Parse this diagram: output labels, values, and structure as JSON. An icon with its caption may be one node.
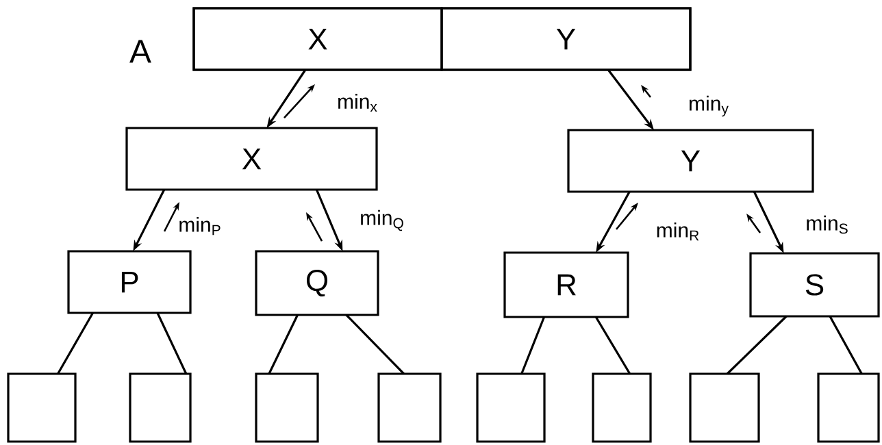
{
  "diagram": {
    "nodes": [
      {
        "text": [],
        "shape": "box",
        "beside": [
          "A"
        ]
      },
      {
        "text": [
          "X"
        ],
        "in": 0
      },
      {
        "text": [
          "Y"
        ],
        "in": 0
      },
      {
        "text": [
          "X"
        ]
      },
      {
        "text": [
          "Y"
        ]
      },
      {
        "text": [
          "P"
        ]
      },
      {
        "text": [
          "Q"
        ]
      },
      {
        "text": [
          "R"
        ]
      },
      {
        "text": [
          "S"
        ]
      },
      {
        "text": [],
        "shape": "box"
      },
      {
        "text": [],
        "shape": "box"
      },
      {
        "text": [],
        "shape": "box"
      },
      {
        "text": [],
        "shape": "box"
      },
      {
        "text": [],
        "shape": "box"
      },
      {
        "text": [],
        "shape": "box"
      },
      {
        "text": [],
        "shape": "box"
      },
      {
        "text": [],
        "shape": "box"
      }
    ],
    "edges": [
      {
        "from": 1,
        "to": 3,
        "arrow": "to",
        "label": "min$_{x}$"
      },
      {
        "from": 2,
        "to": 4,
        "arrow": "to",
        "label": "min$_{y}$"
      },
      {
        "from": 3,
        "to": 5,
        "arrow": "to",
        "label": "min$_{P}$"
      },
      {
        "from": 3,
        "to": 6,
        "arrow": "to",
        "label": "min$_{Q}$"
      },
      {
        "from": 4,
        "to": 7,
        "arrow": "to",
        "label": "min$_{R}$"
      },
      {
        "from": 4,
        "to": 8,
        "arrow": "to",
        "label": "min$_{S}$"
      },
      {
        "from": 5,
        "to": 9,
        "arrow": "none"
      },
      {
        "from": 5,
        "to": 10,
        "arrow": "none"
      },
      {
        "from": 6,
        "to": 11,
        "arrow": "none"
      },
      {
        "from": 6,
        "to": 12,
        "arrow": "none"
      },
      {
        "from": 7,
        "to": 13,
        "arrow": "none"
      },
      {
        "from": 7,
        "to": 14,
        "arrow": "none"
      },
      {
        "from": 8,
        "to": 15,
        "arrow": "none"
      },
      {
        "from": 8,
        "to": 16,
        "arrow": "none"
      }
    ]
  }
}
